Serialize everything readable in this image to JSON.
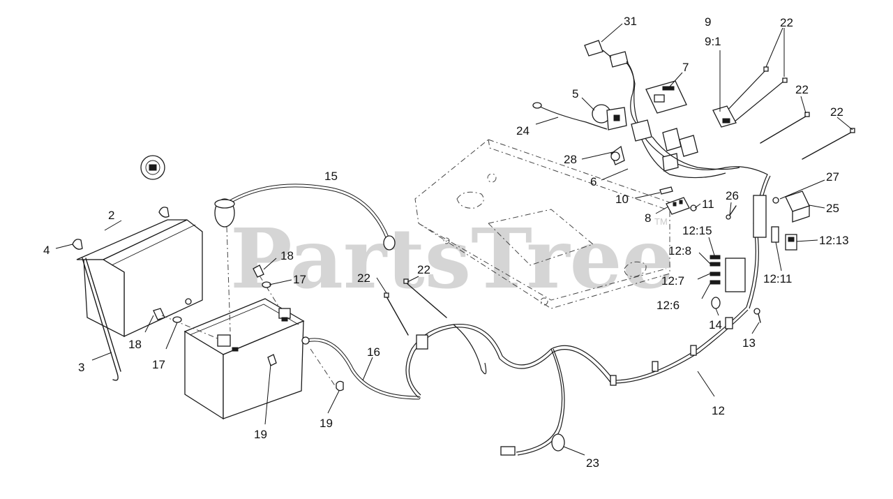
{
  "watermark": {
    "text": "PartsTree",
    "trademark": "TM"
  },
  "callouts": {
    "c31": "31",
    "c9": "9",
    "c9_1": "9:1",
    "c22a": "22",
    "c7": "7",
    "c22b": "22",
    "c5": "5",
    "c22c": "22",
    "c24": "24",
    "c28": "28",
    "c27": "27",
    "c15": "15",
    "c6": "6",
    "c26": "26",
    "c25": "25",
    "c2": "2",
    "c10": "10",
    "c11": "11",
    "c8": "8",
    "c12_15": "12:15",
    "c12_13": "12:13",
    "c4": "4",
    "c12_8": "12:8",
    "c18a": "18",
    "c12_7": "12:7",
    "c12_11": "12:11",
    "c22d": "22",
    "c22e": "22",
    "c17a": "17",
    "c12_6": "12:6",
    "c14": "14",
    "c18b": "18",
    "c17b": "17",
    "c13": "13",
    "c16": "16",
    "c3": "3",
    "c12": "12",
    "c19a": "19",
    "c19b": "19",
    "c23": "23"
  }
}
